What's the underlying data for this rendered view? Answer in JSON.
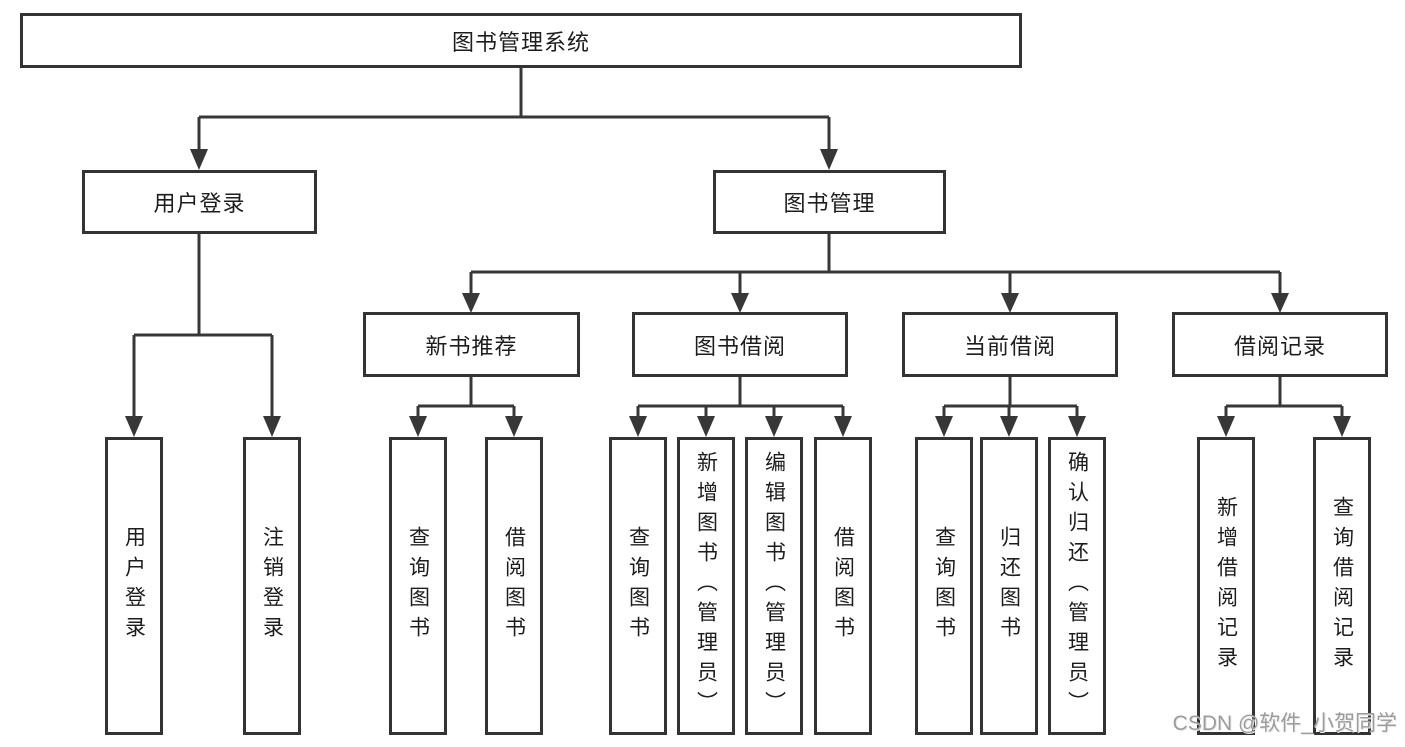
{
  "nodes": {
    "root": {
      "label": "图书管理系统"
    },
    "level2": [
      {
        "label": "用户登录"
      },
      {
        "label": "图书管理"
      }
    ],
    "level3": [
      {
        "label": "新书推荐"
      },
      {
        "label": "图书借阅"
      },
      {
        "label": "当前借阅"
      },
      {
        "label": "借阅记录"
      }
    ],
    "leaves": [
      {
        "label": "用户登录"
      },
      {
        "label": "注销登录"
      },
      {
        "label": "查询图书"
      },
      {
        "label": "借阅图书"
      },
      {
        "label": "查询图书"
      },
      {
        "label": "新增图书（管理员）"
      },
      {
        "label": "编辑图书（管理员）"
      },
      {
        "label": "借阅图书"
      },
      {
        "label": "查询图书"
      },
      {
        "label": "归还图书"
      },
      {
        "label": "确认归还（管理员）"
      },
      {
        "label": "新增借阅记录"
      },
      {
        "label": "查询借阅记录"
      }
    ]
  },
  "watermark": {
    "text": "CSDN @软件_小贺同学"
  },
  "colors": {
    "line": "#373737",
    "border": "#333333",
    "text": "#1d1d1d",
    "background": "#ffffff",
    "watermark": "#9c9c9c"
  }
}
